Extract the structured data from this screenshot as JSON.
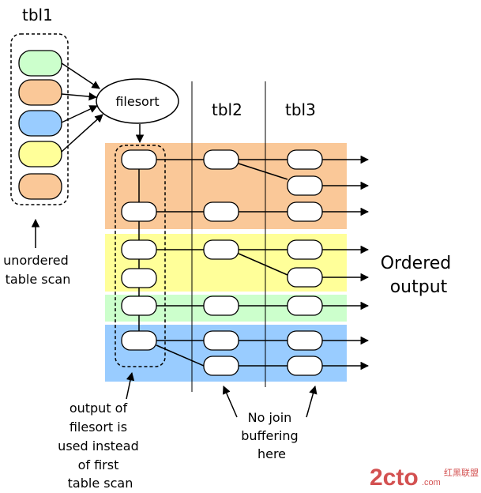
{
  "labels": {
    "tbl1": "tbl1",
    "tbl2": "tbl2",
    "tbl3": "tbl3",
    "filesort": "filesort",
    "ordered_output": [
      "Ordered",
      "output"
    ],
    "unordered_scan": [
      "unordered",
      "table scan"
    ],
    "filesort_note": [
      "output of",
      "filesort is",
      "used instead",
      "of first",
      "table scan"
    ],
    "join_buffer_note": [
      "No join",
      "buffering",
      "here"
    ]
  },
  "watermark": {
    "logo_text": "2cto",
    "logo_suffix": ".com",
    "chinese": "红黑联盟"
  },
  "colors": {
    "orange_band": "#fac898",
    "yellow_band": "#ffff99",
    "green_band": "#ccffcc",
    "blue_band": "#99ccff",
    "tbl1_green": "#ccffcc",
    "tbl1_orange": "#fac898",
    "tbl1_blue": "#99ccff",
    "tbl1_yellow": "#ffff99",
    "watermark_red": "#cc3333"
  }
}
